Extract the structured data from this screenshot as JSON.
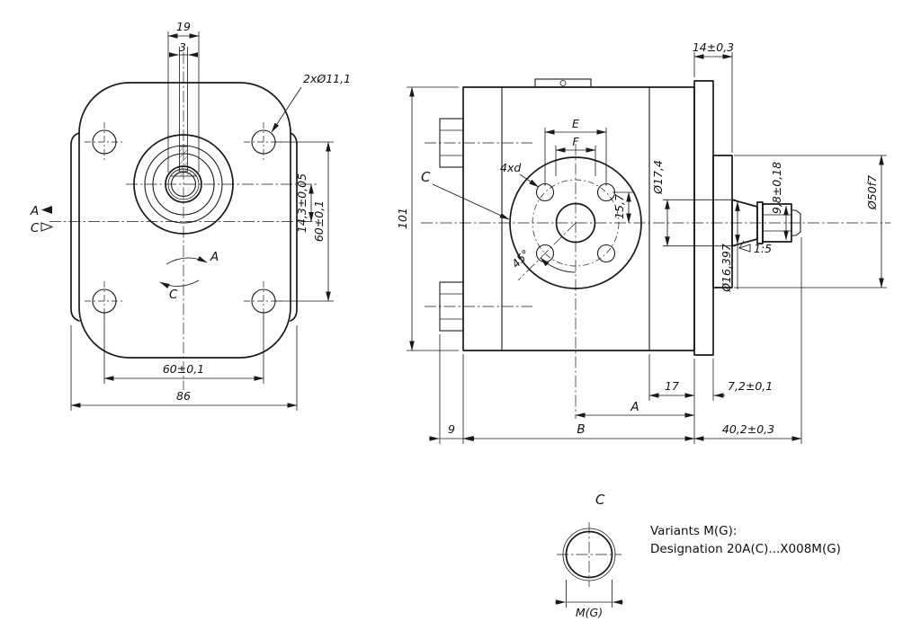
{
  "drawing": {
    "front": {
      "dim_19": "19",
      "dim_3": "3",
      "label_holes": "2xØ11,1",
      "view_a": "A",
      "view_c": "C",
      "rot_a": "A",
      "rot_c": "C",
      "dim_14_3": "14,3±0,05",
      "dim_60_v": "60±0,1",
      "dim_60_h": "60±0,1",
      "dim_86": "86"
    },
    "side": {
      "dim_14": "14±0,3",
      "dim_101": "101",
      "label_c": "C",
      "dim_e": "E",
      "dim_f": "F",
      "label_4xd": "4xd",
      "angle_45": "45°",
      "dim_15_7": "15,7",
      "dim_d17_4": "Ø17,4",
      "dim_d50": "Ø50f7",
      "dim_9_8": "9,8±0,18",
      "taper": "1:5",
      "dim_d16_397": "Ø16,397",
      "dim_17": "17",
      "dim_7_2": "7,2±0,1",
      "dim_a": "A",
      "dim_9": "9",
      "dim_b": "B",
      "dim_40_2": "40,2±0,3"
    },
    "detail": {
      "title": "C",
      "dim_mg": "M(G)",
      "note_line1": "Variants M(G):",
      "note_line2": "Designation 20A(C)...X008M(G)"
    }
  }
}
